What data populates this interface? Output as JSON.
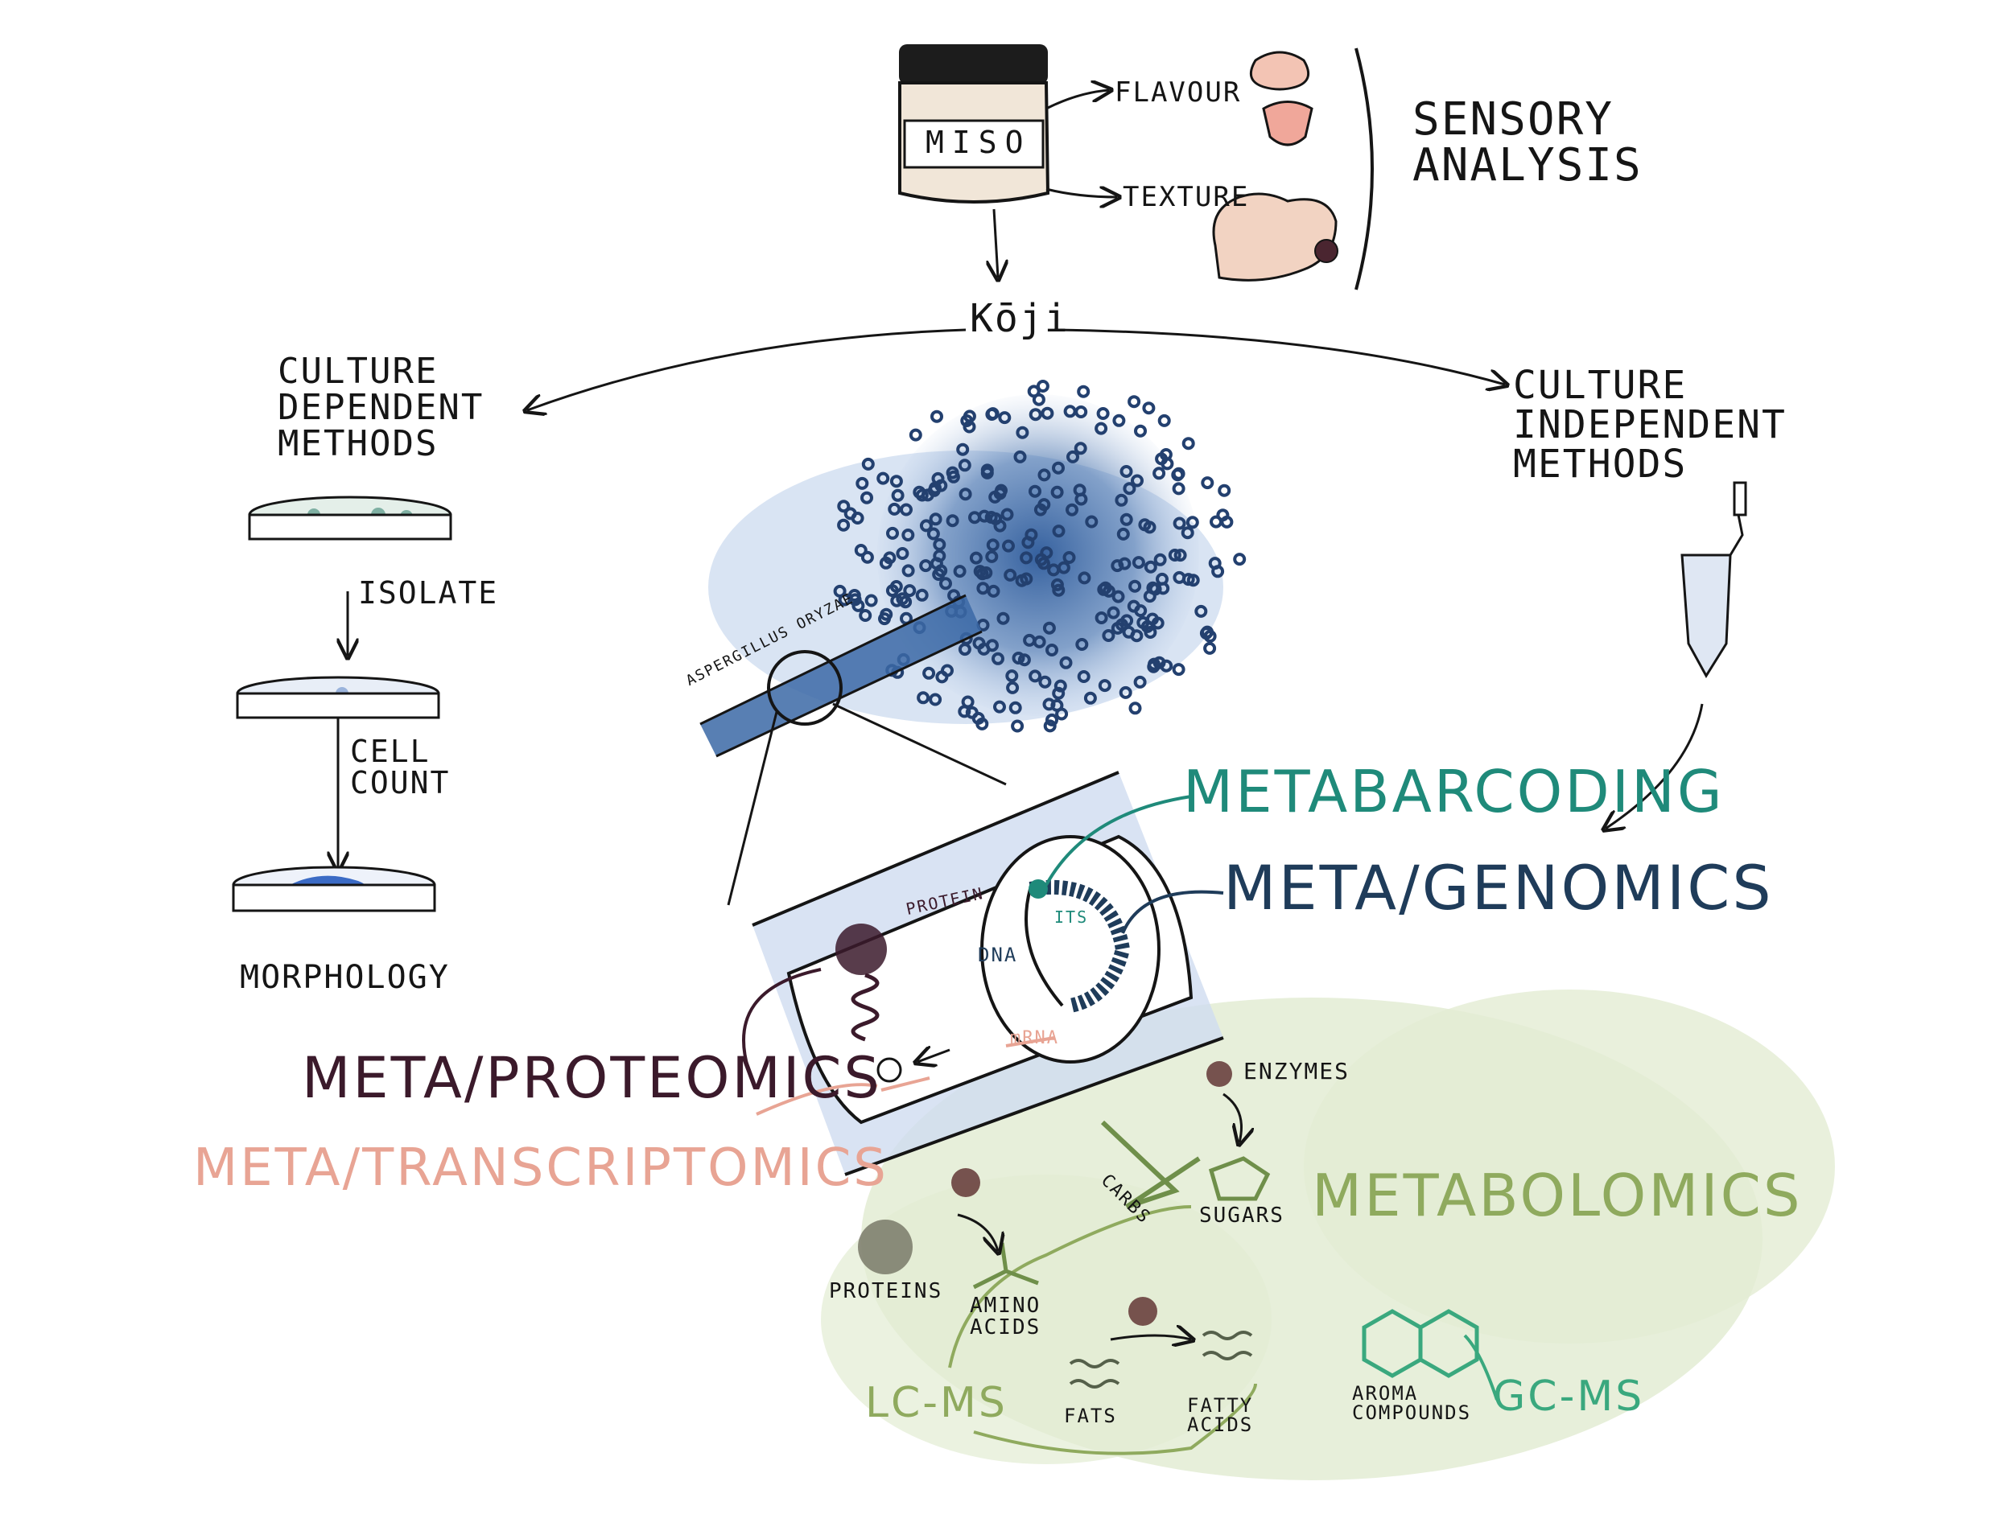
{
  "diagram": {
    "labels": {
      "flavour": "FLAVOUR",
      "texture": "TEXTURE",
      "sensory_analysis": "SENSORY\nANALYSIS",
      "miso": "MISO",
      "koji": "Kōji",
      "culture_dependent": "CULTURE\nDEPENDENT\nMETHODS",
      "culture_independent": "CULTURE\nINDEPENDENT\nMETHODS",
      "isolate": "ISOLATE",
      "cell_count": "CELL\nCOUNT",
      "morphology": "MORPHOLOGY",
      "aspergillus": "ASPERGILLUS ORYZAE",
      "metabarcoding": "METABARCODING",
      "metagenomics": "META/GENOMICS",
      "metaproteomics": "META/PROTEOMICS",
      "metatranscriptomics": "META/TRANSCRIPTOMICS",
      "metabolomics": "METABOLOMICS",
      "protein": "PROTEIN",
      "its": "ITS",
      "dna": "DNA",
      "mrna": "mRNA",
      "enzymes": "ENZYMES",
      "carbs": "CARBS",
      "sugars": "SUGARS",
      "proteins": "PROTEINS",
      "amino_acids": "AMINO\nACIDS",
      "fats": "FATS",
      "fatty_acids": "FATTY\nACIDS",
      "aroma_compounds": "AROMA\nCOMPOUNDS",
      "lc_ms": "LC-MS",
      "gc_ms": "GC-MS"
    },
    "colors": {
      "ink": "#151515",
      "metabarcoding": "#1f8a7a",
      "metagenomics": "#1f3c5a",
      "metaproteomics": "#3b1a2b",
      "metatranscriptomics": "#e8a494",
      "metabolomics": "#8faa5e",
      "gc_ms": "#3aa87e",
      "spores": "#2f5e9c",
      "green_wash": "#e3ecd3"
    }
  }
}
